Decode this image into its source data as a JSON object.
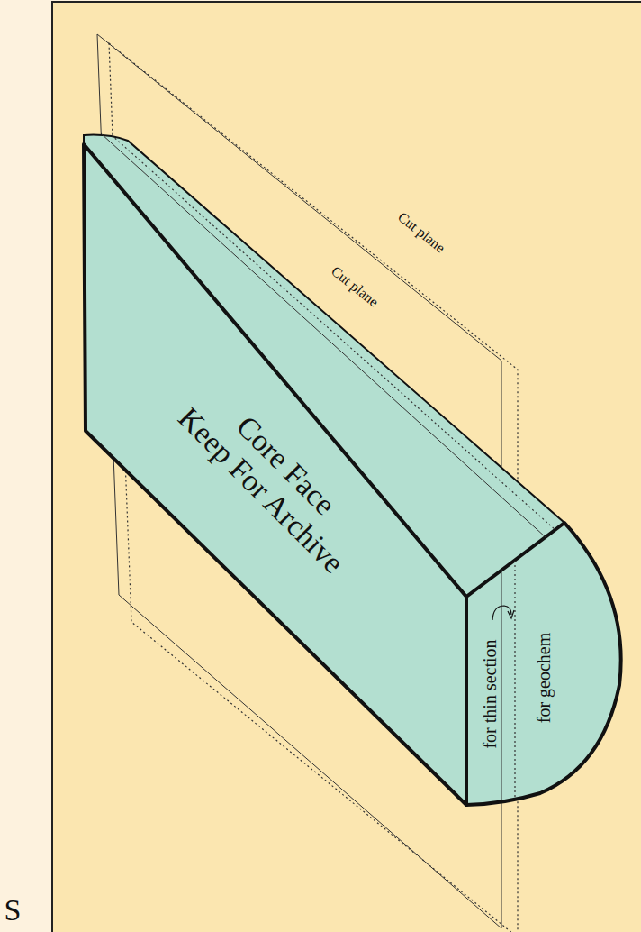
{
  "diagram": {
    "nodes": [
      {
        "text": [
          "Core Face",
          "Keep For Archive"
        ]
      }
    ],
    "labels": [
      "Cut plane",
      "Cut plane",
      "for thin section",
      "for geochem",
      "S"
    ]
  }
}
